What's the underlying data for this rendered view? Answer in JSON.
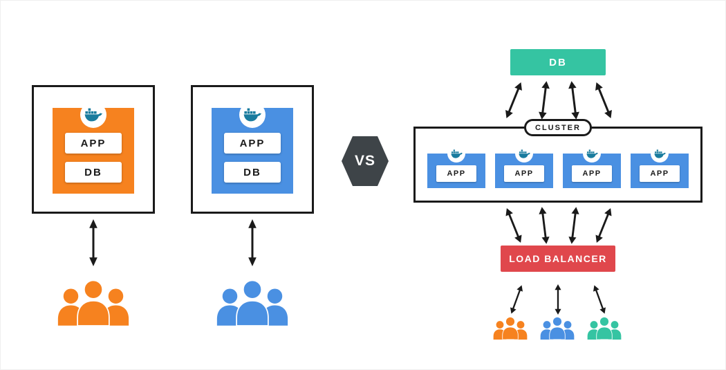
{
  "diagram": {
    "vs_badge": {
      "label": "VS",
      "color": "#3E4448"
    },
    "standalone_hosts": [
      {
        "container_color": "#F6821F",
        "services": {
          "app": "APP",
          "db": "DB"
        },
        "users_color": "#F6821F"
      },
      {
        "container_color": "#4A90E2",
        "services": {
          "app": "APP",
          "db": "DB"
        },
        "users_color": "#4A90E2"
      }
    ],
    "cluster_architecture": {
      "db": {
        "label": "DB",
        "color": "#35C4A2"
      },
      "cluster": {
        "label": "CLUSTER",
        "node_color": "#4A90E2",
        "nodes": [
          {
            "label": "APP"
          },
          {
            "label": "APP"
          },
          {
            "label": "APP"
          },
          {
            "label": "APP"
          }
        ]
      },
      "load_balancer": {
        "label": "LOAD BALANCER",
        "color": "#E0474C"
      },
      "user_groups": [
        {
          "color": "#F6821F"
        },
        {
          "color": "#4A90E2"
        },
        {
          "color": "#35C4A2"
        }
      ]
    },
    "icons": {
      "docker_whale": "docker-whale-icon",
      "users_group": "users-group-icon",
      "double_arrow": "double-arrow-icon"
    }
  }
}
